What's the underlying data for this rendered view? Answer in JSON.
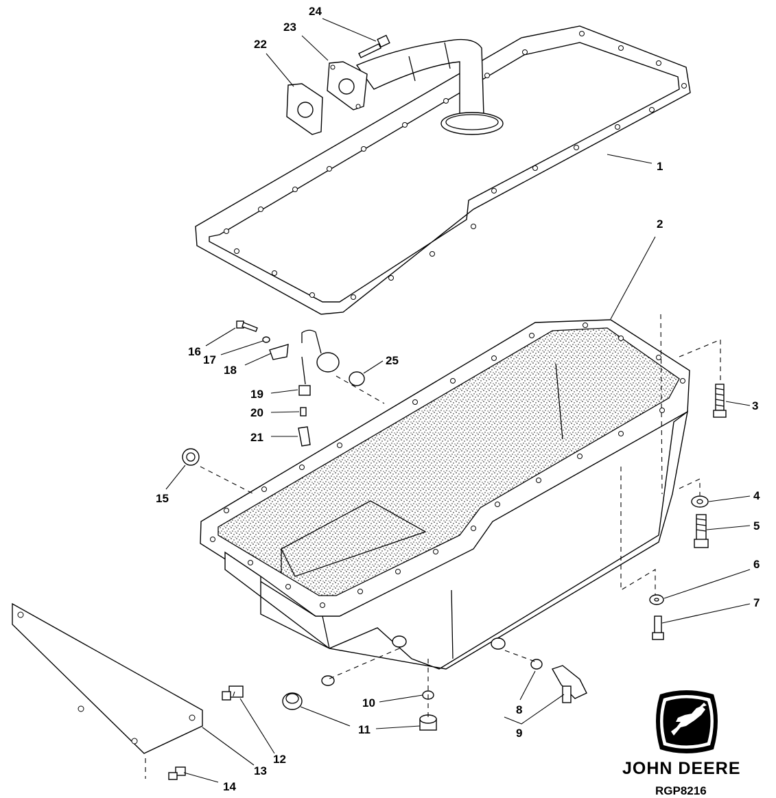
{
  "diagram": {
    "callouts": [
      {
        "id": "1",
        "label": "1"
      },
      {
        "id": "2",
        "label": "2"
      },
      {
        "id": "3",
        "label": "3"
      },
      {
        "id": "4",
        "label": "4"
      },
      {
        "id": "5",
        "label": "5"
      },
      {
        "id": "6",
        "label": "6"
      },
      {
        "id": "7",
        "label": "7"
      },
      {
        "id": "8",
        "label": "8"
      },
      {
        "id": "9",
        "label": "9"
      },
      {
        "id": "10",
        "label": "10"
      },
      {
        "id": "11",
        "label": "11"
      },
      {
        "id": "12",
        "label": "12"
      },
      {
        "id": "13",
        "label": "13"
      },
      {
        "id": "14",
        "label": "14"
      },
      {
        "id": "15",
        "label": "15"
      },
      {
        "id": "16",
        "label": "16"
      },
      {
        "id": "17",
        "label": "17"
      },
      {
        "id": "18",
        "label": "18"
      },
      {
        "id": "19",
        "label": "19"
      },
      {
        "id": "20",
        "label": "20"
      },
      {
        "id": "21",
        "label": "21"
      },
      {
        "id": "22",
        "label": "22"
      },
      {
        "id": "23",
        "label": "23"
      },
      {
        "id": "24",
        "label": "24"
      },
      {
        "id": "25",
        "label": "25"
      }
    ],
    "brand": "JOHN DEERE",
    "reference_code": "RGP8216"
  }
}
